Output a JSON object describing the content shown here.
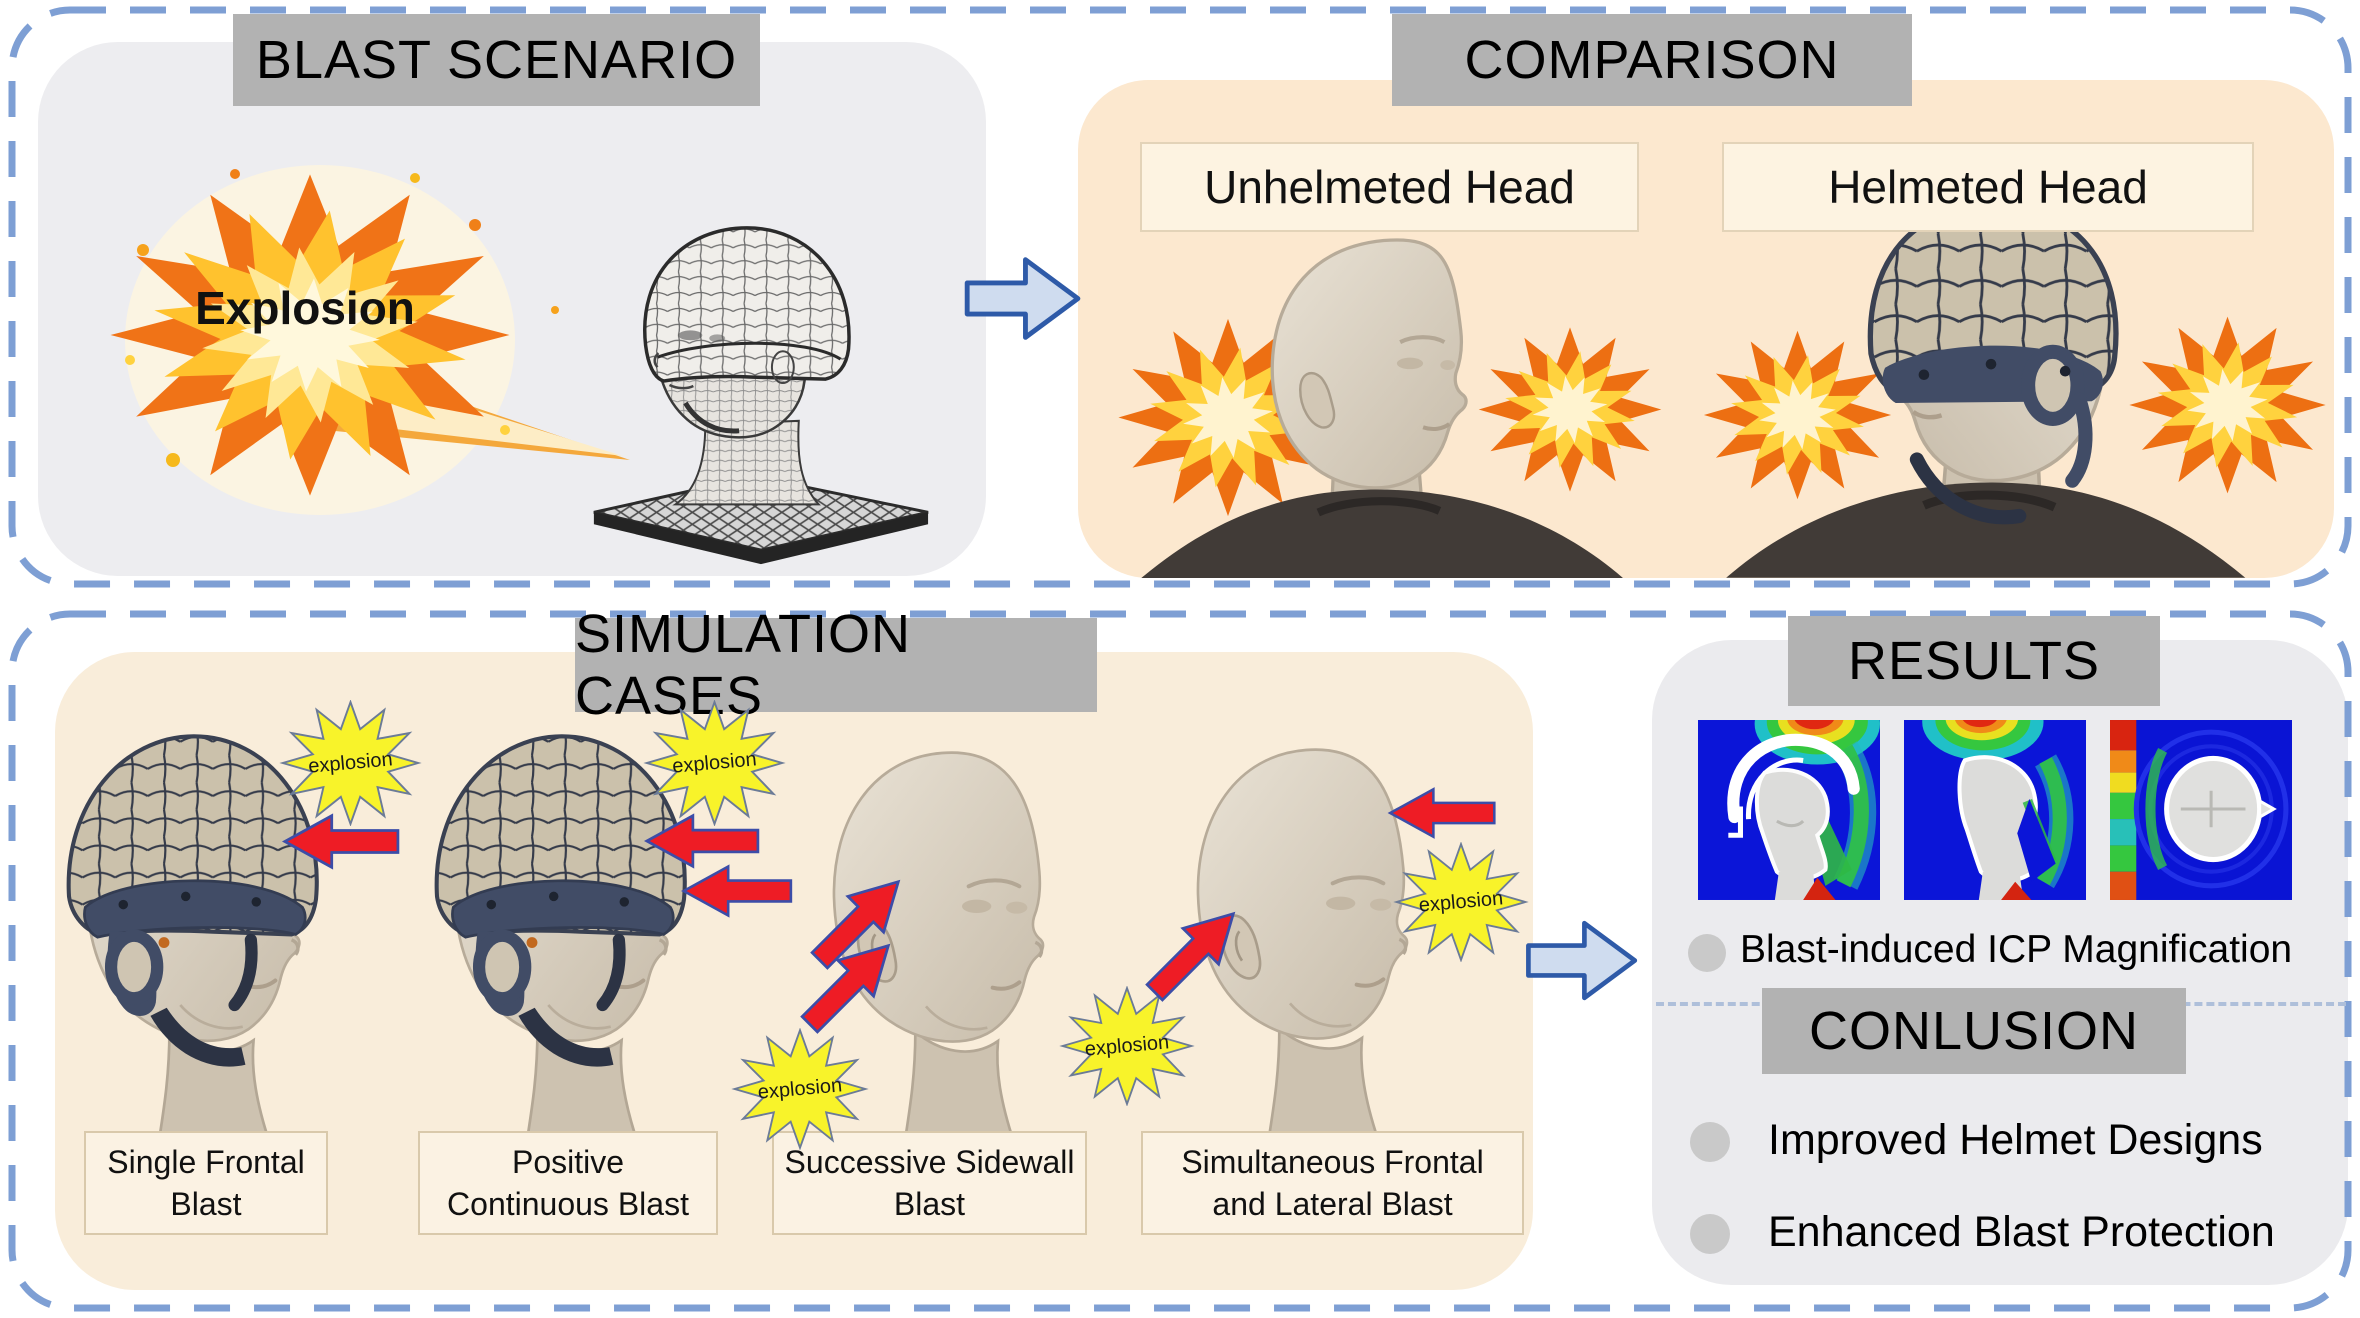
{
  "colors": {
    "dash_border": "#7e9fd4",
    "banner_bg": "#b2b2b2",
    "panel_gray": "#ededf0",
    "panel_peach": "#fce8cf",
    "panel_peach_sim": "#f9edda",
    "panel_results": "#ebebee",
    "arrow_red": "#ee1c25",
    "arrow_red_outline": "#3c4da8",
    "star_yellow": "#f8f32a",
    "flow_arrow_fill": "#cfdcef",
    "flow_arrow_stroke": "#2e5aa8"
  },
  "blast": {
    "title": "BLAST SCENARIO",
    "explosion_label": "Explosion"
  },
  "comparison": {
    "title": "COMPARISON",
    "unhelmeted_label": "Unhelmeted Head",
    "helmeted_label": "Helmeted Head"
  },
  "simulation": {
    "title": "SIMULATION CASES",
    "star_label": "explosion",
    "cases": [
      {
        "label": "Single Frontal Blast"
      },
      {
        "label": "Positive Continuous Blast"
      },
      {
        "label": "Successive Sidewall Blast"
      },
      {
        "label": "Simultaneous Frontal and Lateral Blast"
      }
    ]
  },
  "results": {
    "title": "RESULTS",
    "finding": "Blast-induced ICP Magnification",
    "conclusion_title": "CONLUSION",
    "conclusions": [
      {
        "label": "Improved Helmet Designs"
      },
      {
        "label": "Enhanced Blast Protection"
      }
    ]
  }
}
